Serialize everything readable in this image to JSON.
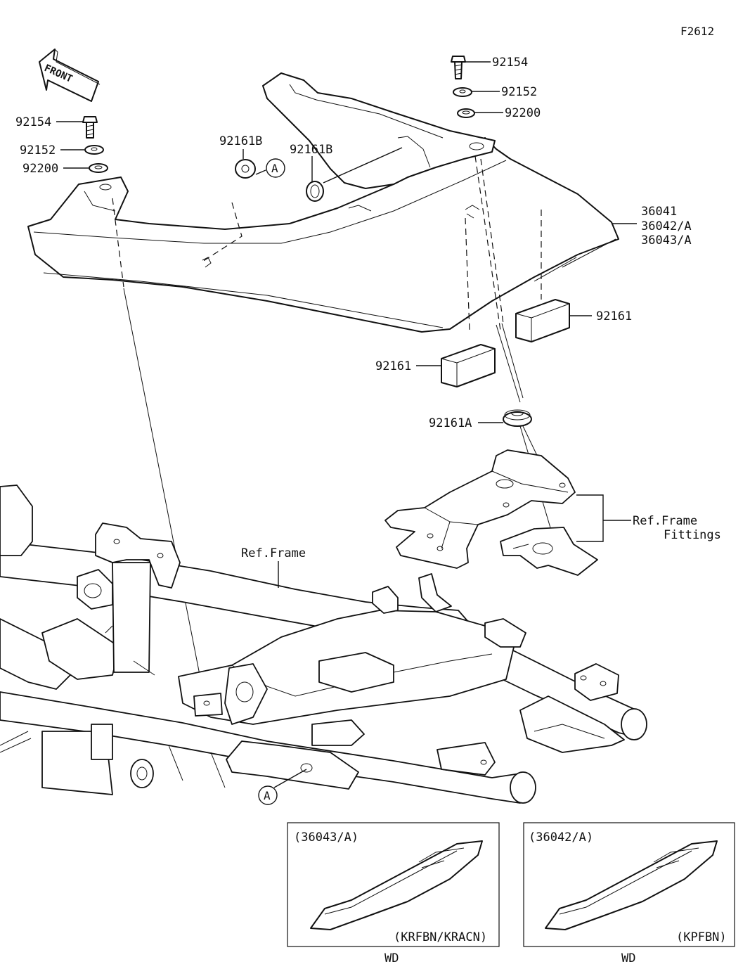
{
  "figure_id": "F2612",
  "front_label": "FRONT",
  "callouts": {
    "bolt_left": "92154",
    "washer_left": "92152",
    "damper_left": "92200",
    "bolt_right": "92154",
    "washer_right": "92152",
    "damper_right": "92200",
    "grommet_b_left": "92161B",
    "grommet_b_right": "92161B",
    "cover_main": "36041",
    "cover_variant_1": "36042/A",
    "cover_variant_2": "36043/A",
    "pad_upper": "92161",
    "pad_lower": "92161",
    "grommet_a": "92161A",
    "ref_frame": "Ref.Frame",
    "ref_fittings_line1": "Ref.Frame",
    "ref_fittings_line2": "Fittings"
  },
  "markers": {
    "marker_top": "A",
    "marker_bottom": "A"
  },
  "insets": [
    {
      "title": "(36043/A)",
      "code": "(KRFBN/KRACN)",
      "footer": "WD"
    },
    {
      "title": "(36042/A)",
      "code": "(KPFBN)",
      "footer": "WD"
    }
  ]
}
